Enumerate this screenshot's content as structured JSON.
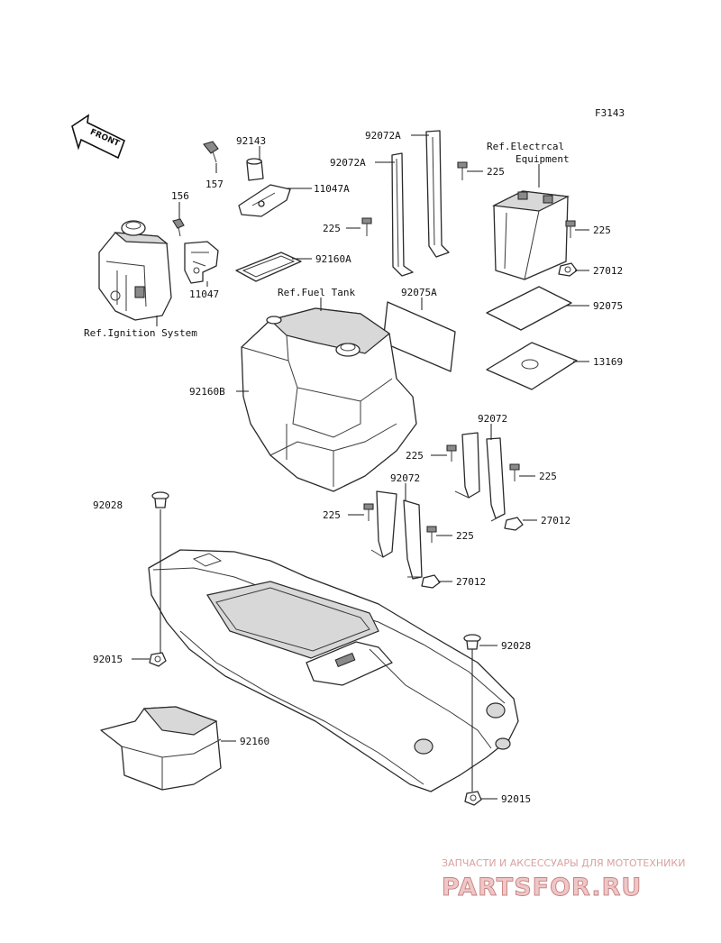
{
  "figure_code": "F3143",
  "front_label": "FRONT",
  "labels": {
    "l_92143": "92143",
    "l_157": "157",
    "l_11047A": "11047A",
    "l_156": "156",
    "l_11047": "11047",
    "l_92160A": "92160A",
    "l_225_a": "225",
    "l_92072A_top": "92072A",
    "l_92072A_mid": "92072A",
    "l_225_b": "225",
    "l_ref_electrical_1": "Ref.Electrcal",
    "l_ref_electrical_2": "Equipment",
    "l_225_c": "225",
    "l_27012_a": "27012",
    "l_92075": "92075",
    "l_13169": "13169",
    "l_ref_fuel_tank": "Ref.Fuel Tank",
    "l_92075A": "92075A",
    "l_ref_ignition": "Ref.Ignition System",
    "l_92160B": "92160B",
    "l_92072_a": "92072",
    "l_225_d": "225",
    "l_225_e": "225",
    "l_27012_b": "27012",
    "l_92072_b": "92072",
    "l_225_f": "225",
    "l_225_g": "225",
    "l_27012_c": "27012",
    "l_92028_a": "92028",
    "l_92028_b": "92028",
    "l_92015_a": "92015",
    "l_92015_b": "92015",
    "l_92160": "92160"
  },
  "watermark": {
    "line1": "ЗАПЧАСТИ И АКСЕССУАРЫ ДЛЯ МОТОТЕХНИКИ",
    "line2": "PARTSFOR.RU"
  }
}
